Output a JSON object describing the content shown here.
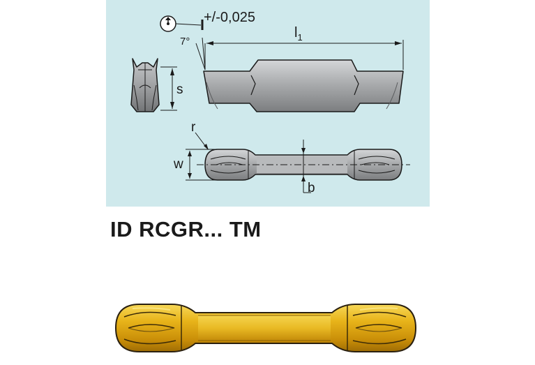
{
  "drawing": {
    "tolerance_label": "+/-0,025",
    "angle_label": "7°",
    "length_label": "l",
    "length_subscript": "1",
    "thickness_label": "s",
    "radius_label": "r",
    "width_label": "w",
    "waist_label": "b"
  },
  "product": {
    "code": "ID RCGR... TM"
  },
  "colors": {
    "panel_bg": "#cfe9ec",
    "insert_gray": "#a9abad",
    "insert_gold": "#e6b416",
    "line": "#1a1a1a"
  }
}
